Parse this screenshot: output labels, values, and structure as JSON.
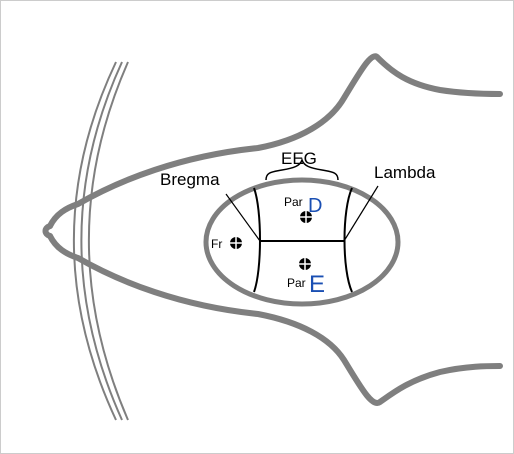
{
  "diagram": {
    "labels": {
      "eeg": "EEG",
      "bregma": "Bregma",
      "lambda": "Lambda",
      "fr": "Fr",
      "par_top": "Par",
      "par_bottom": "Par",
      "mark_d": "D",
      "mark_e": "E"
    },
    "colors": {
      "outline": "#7f7f7f",
      "ink": "#000000",
      "marker": "#1a4fb3"
    },
    "icons": [
      "electrode-crosshair-icon"
    ]
  }
}
